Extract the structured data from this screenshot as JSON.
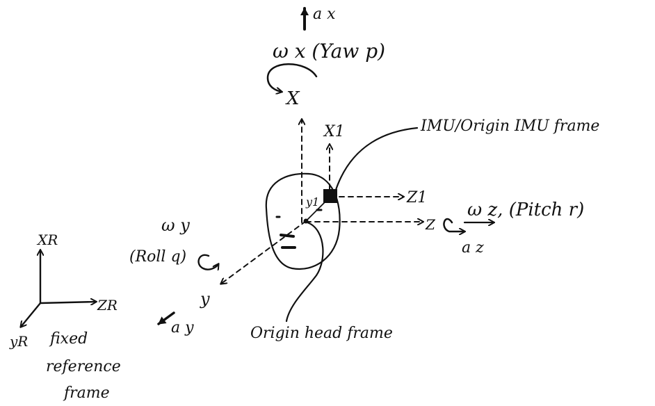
{
  "labels": {
    "ax": "a x",
    "omega_x": "ω x (Yaw p)",
    "x": "X",
    "x1": "X1",
    "imu": "IMU/Origin IMU frame",
    "z1": "Z1",
    "z": "Z",
    "omega_z": "ω z, (Pitch r)",
    "az": "a z",
    "omega_y": "ω y",
    "roll": "(Roll q)",
    "y1": "y1",
    "y": "y",
    "ay": "a y",
    "origin_head": "Origin head frame",
    "xR": "XR",
    "zR": "ZR",
    "yR": "yR",
    "fixed1": "fixed",
    "fixed2": "reference",
    "fixed3": "frame"
  },
  "colors": {
    "ink": "#111111",
    "background": "#ffffff"
  }
}
